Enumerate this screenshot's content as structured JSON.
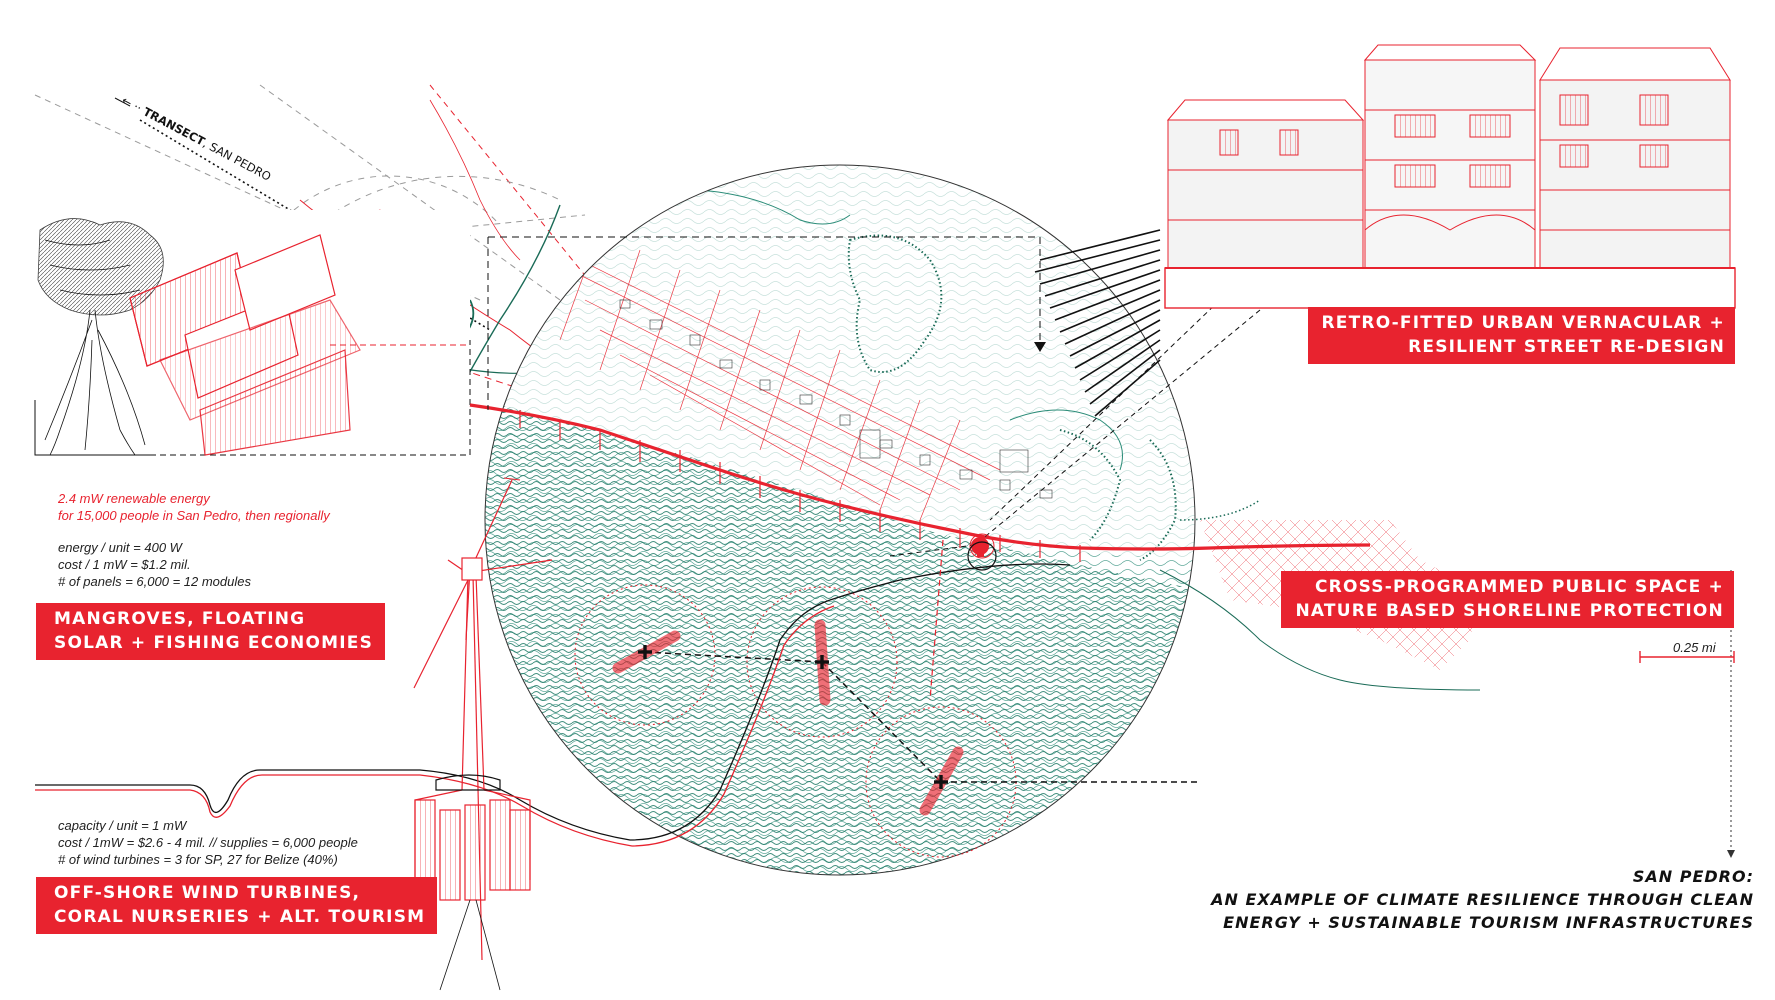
{
  "transect": {
    "arrow": "← ··",
    "label_bold": "TRANSECT",
    "label_rest": ", SAN PEDRO"
  },
  "mangroves": {
    "note_red_1": "2.4 mW renewable energy",
    "note_red_2": "for 15,000 people in San Pedro, then regionally",
    "stats": [
      "energy / unit = 400 W",
      "cost / 1 mW = $1.2 mil.",
      "# of panels = 6,000 = 12 modules"
    ],
    "label_lines": [
      "MANGROVES, FLOATING",
      "SOLAR + FISHING ECONOMIES"
    ]
  },
  "wind": {
    "stats": [
      "capacity / unit = 1 mW",
      "cost / 1mW = $2.6 - 4 mil. // supplies = 6,000 people",
      "# of wind turbines = 3 for SP, 27 for Belize (40%)"
    ],
    "label_lines": [
      "OFF-SHORE WIND TURBINES,",
      "CORAL NURSERIES + ALT. TOURISM"
    ]
  },
  "vernacular": {
    "label_lines": [
      "RETRO-FITTED URBAN VERNACULAR +",
      "RESILIENT STREET RE-DESIGN"
    ]
  },
  "public_space": {
    "label_lines": [
      "CROSS-PROGRAMMED PUBLIC SPACE +",
      "NATURE BASED SHORELINE PROTECTION"
    ]
  },
  "scale_bar": "0.25 mi",
  "title_lines": [
    "SAN PEDRO:",
    "AN EXAMPLE OF CLIMATE RESILIENCE THROUGH CLEAN",
    "ENERGY + SUSTAINABLE TOURISM INFRASTRUCTURES"
  ],
  "colors": {
    "accent_red": "#e8232f",
    "sea_green": "#2b8c78",
    "ink": "#111111"
  },
  "icons": [
    "turbine-cross-icon",
    "arrow-right-icon",
    "arrow-left-icon"
  ]
}
